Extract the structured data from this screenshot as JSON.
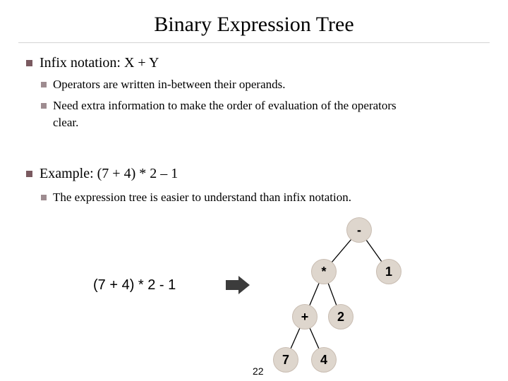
{
  "slide": {
    "title": "Binary Expression Tree",
    "bullets": [
      {
        "text": "Infix notation: X + Y",
        "sub": [
          "Operators are written in-between their operands.",
          "Need extra information to make the order of evaluation of the operators",
          "clear."
        ]
      },
      {
        "text": "Example: (7 + 4) * 2 – 1",
        "sub": [
          "The expression tree is easier to understand than infix notation."
        ]
      }
    ],
    "expression_label": "(7 + 4) * 2 - 1",
    "tree_nodes": {
      "root": "-",
      "mult": "*",
      "one": "1",
      "plus": "+",
      "two": "2",
      "seven": "7",
      "four": "4"
    },
    "page_number": "22",
    "colors": {
      "node_fill": "#ded6cd",
      "bullet_primary": "#7a5a60",
      "bullet_secondary": "#9e8c90",
      "arrow": "#3c3c3c"
    },
    "icons": {
      "arrow": "right-arrow-icon"
    }
  }
}
